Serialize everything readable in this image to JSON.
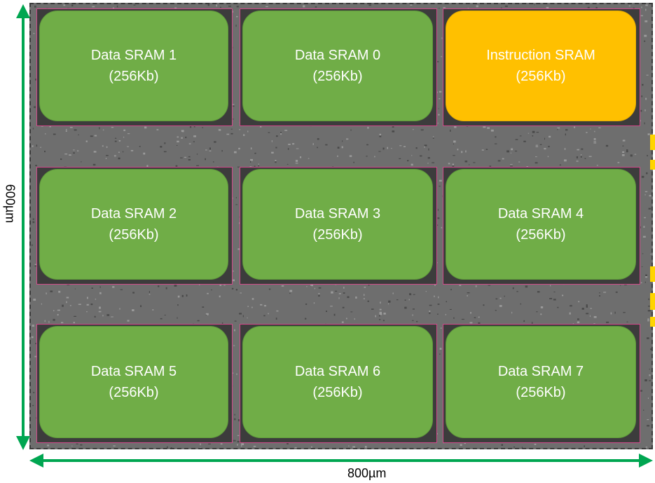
{
  "blocks": [
    {
      "id": "data-sram-1",
      "name": "Data SRAM 1",
      "size": "(256Kb)",
      "kind": "data"
    },
    {
      "id": "data-sram-0",
      "name": "Data SRAM 0",
      "size": "(256Kb)",
      "kind": "data"
    },
    {
      "id": "instruction-sram",
      "name": "Instruction SRAM",
      "size": "(256Kb)",
      "kind": "instr"
    },
    {
      "id": "data-sram-2",
      "name": "Data SRAM 2",
      "size": "(256Kb)",
      "kind": "data"
    },
    {
      "id": "data-sram-3",
      "name": "Data SRAM 3",
      "size": "(256Kb)",
      "kind": "data"
    },
    {
      "id": "data-sram-4",
      "name": "Data SRAM 4",
      "size": "(256Kb)",
      "kind": "data"
    },
    {
      "id": "data-sram-5",
      "name": "Data SRAM 5",
      "size": "(256Kb)",
      "kind": "data"
    },
    {
      "id": "data-sram-6",
      "name": "Data SRAM 6",
      "size": "(256Kb)",
      "kind": "data"
    },
    {
      "id": "data-sram-7",
      "name": "Data SRAM 7",
      "size": "(256Kb)",
      "kind": "data"
    }
  ],
  "dimensions": {
    "width_label": "800µm",
    "height_label": "600µm"
  },
  "colors": {
    "data_block": "#70ad47",
    "instruction_block": "#ffc000",
    "dimension_arrow": "#00a651",
    "die_background": "#6e6e6e"
  }
}
